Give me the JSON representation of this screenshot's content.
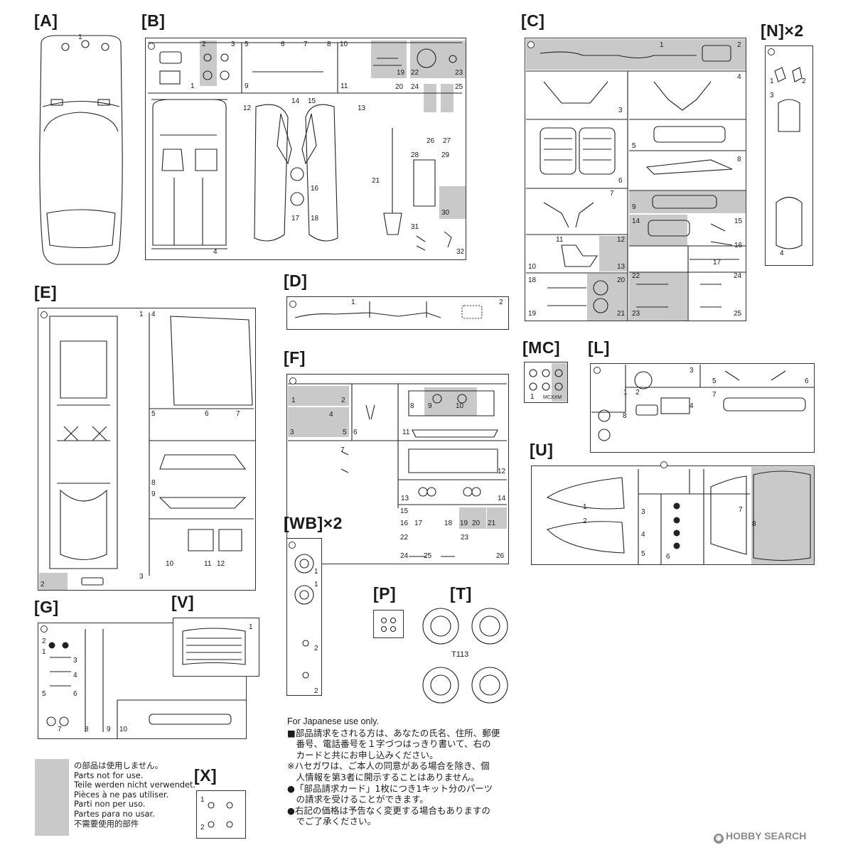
{
  "sections": {
    "A": "[A]",
    "B": "[B]",
    "C": "[C]",
    "N": "[N]×2",
    "D": "[D]",
    "E": "[E]",
    "F": "[F]",
    "MC": "[MC]",
    "L": "[L]",
    "U": "[U]",
    "WB": "[WB]×2",
    "G": "[G]",
    "V": "[V]",
    "P": "[P]",
    "T": "[T]",
    "X": "[X]"
  },
  "tire_code": "T113",
  "mc_stamp": "MCXXM",
  "numbers": {
    "A": [
      "1"
    ],
    "B": [
      "1",
      "2",
      "3",
      "5",
      "6",
      "7",
      "8",
      "9",
      "10",
      "11",
      "19",
      "22",
      "23",
      "12",
      "14",
      "15",
      "13",
      "20",
      "24",
      "25",
      "26",
      "27",
      "16",
      "21",
      "28",
      "29",
      "30",
      "17",
      "18",
      "31",
      "32",
      "4"
    ],
    "C": [
      "1",
      "2",
      "3",
      "4",
      "5",
      "6",
      "8",
      "7",
      "9",
      "14",
      "15",
      "16",
      "17",
      "11",
      "12",
      "10",
      "13",
      "18",
      "20",
      "22",
      "24",
      "19",
      "21",
      "23",
      "25"
    ],
    "N": [
      "1",
      "2",
      "3",
      "4"
    ],
    "D": [
      "1",
      "2"
    ],
    "E": [
      "1",
      "4",
      "5",
      "6",
      "7",
      "8",
      "9",
      "10",
      "11",
      "12",
      "2",
      "3"
    ],
    "F": [
      "1",
      "2",
      "3",
      "4",
      "5",
      "6",
      "8",
      "9",
      "10",
      "11",
      "7",
      "12",
      "13",
      "14",
      "15",
      "16",
      "17",
      "18",
      "19",
      "20",
      "21",
      "22",
      "23",
      "24",
      "25",
      "26"
    ],
    "MC": [
      "1"
    ],
    "L": [
      "1",
      "2",
      "3",
      "4",
      "5",
      "6",
      "7",
      "8"
    ],
    "U": [
      "1",
      "2",
      "3",
      "4",
      "5",
      "6",
      "7",
      "8"
    ],
    "WB": [
      "1",
      "1",
      "2",
      "2"
    ],
    "G": [
      "1",
      "2",
      "3",
      "4",
      "5",
      "6",
      "7",
      "8",
      "9",
      "10"
    ],
    "V": [
      "1"
    ],
    "X": [
      "1",
      "2"
    ]
  },
  "notes": {
    "heading": "For Japanese use only.",
    "lines": [
      "■部品請求をされる方は、あなたの氏名、住所、郵便",
      "　番号、電話番号を１字づつはっきり書いて、右の",
      "　カードと共にお申し込みください。",
      "※ハセガワは、ご本人の同意がある場合を除き、個",
      "　人情報を第3者に開示することはありません。",
      "●「部品請求カード」1枚につき1キット分のパーツ",
      "　の請求を受けることができます。",
      "●右記の価格は予告なく変更する場合もありますの",
      "　でご了承ください。"
    ]
  },
  "legend": [
    "の部品は使用しません。",
    "Parts not for use.",
    "Teile werden nicht verwendet.",
    "Pièces à ne pas utiliser.",
    "Parti non per uso.",
    "Partes para no usar.",
    "不需要使用的部件"
  ],
  "watermark": "HOBBY SEARCH",
  "colors": {
    "unused_fill": "#c9c9c9",
    "outline": "#333333",
    "watermark": "#8a8a8a"
  }
}
